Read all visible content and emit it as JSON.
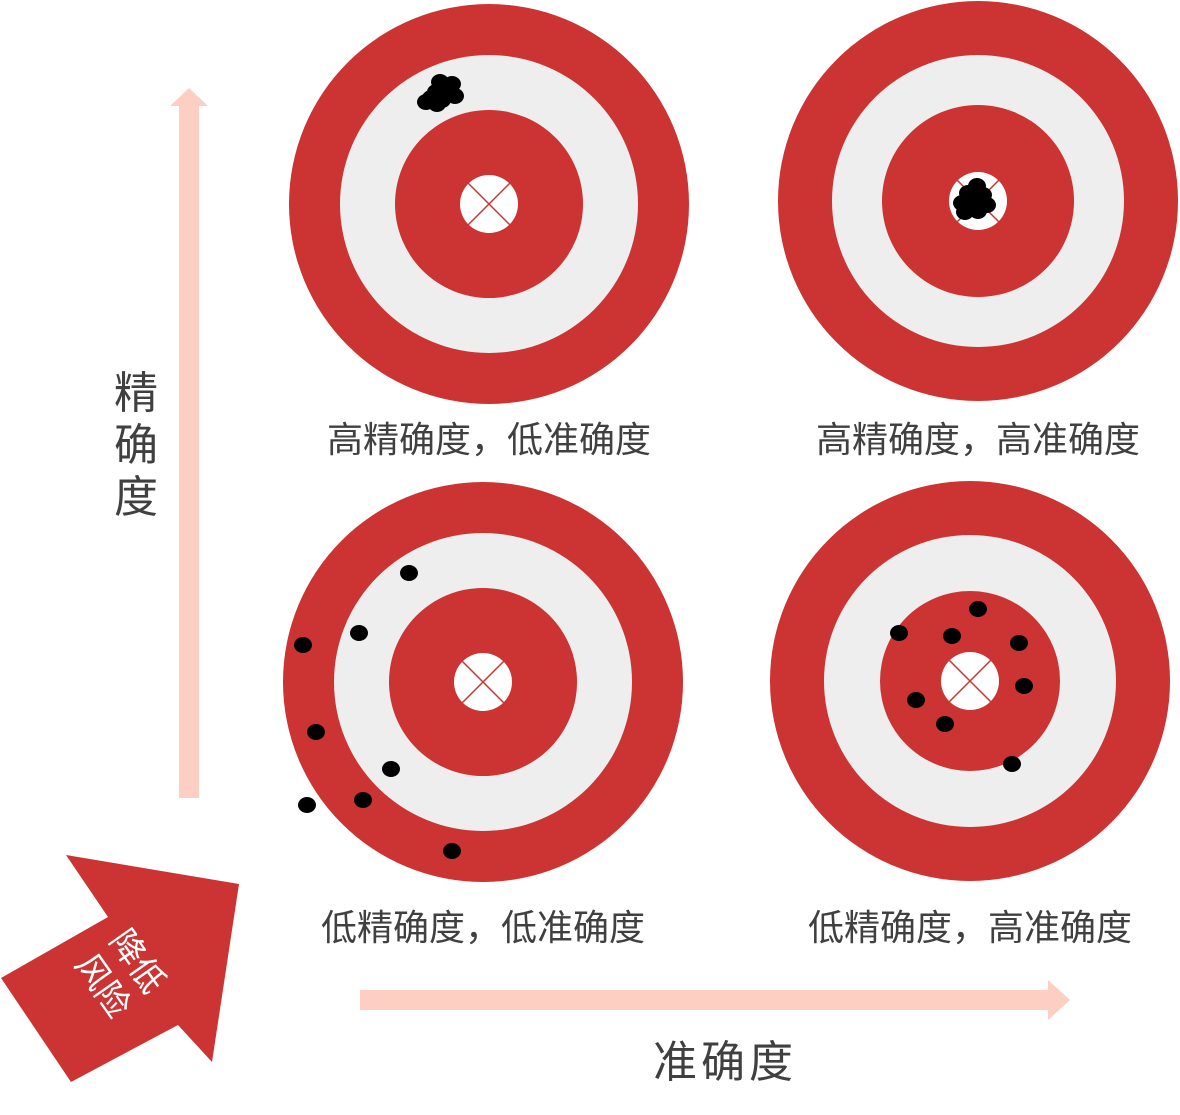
{
  "colors": {
    "ring_red": "#CC3333",
    "ring_light": "#EEEEEE",
    "center_white": "#FFFFFF",
    "hit_dot": "#000000",
    "axis_arrow": "#FDCFC3",
    "badge_arrow": "#CC3333",
    "label_text": "#404040",
    "cross_line": "#CC3333"
  },
  "axes": {
    "y_label": "精确度",
    "x_label": "准确度"
  },
  "badge": {
    "line1": "降低",
    "line2": "风险"
  },
  "targets": [
    {
      "id": "top-left",
      "caption": "高精确度，低准确度"
    },
    {
      "id": "top-right",
      "caption": "高精确度，高准确度"
    },
    {
      "id": "bottom-left",
      "caption": "低精确度，低准确度"
    },
    {
      "id": "bottom-right",
      "caption": "低精确度，高准确度"
    }
  ]
}
